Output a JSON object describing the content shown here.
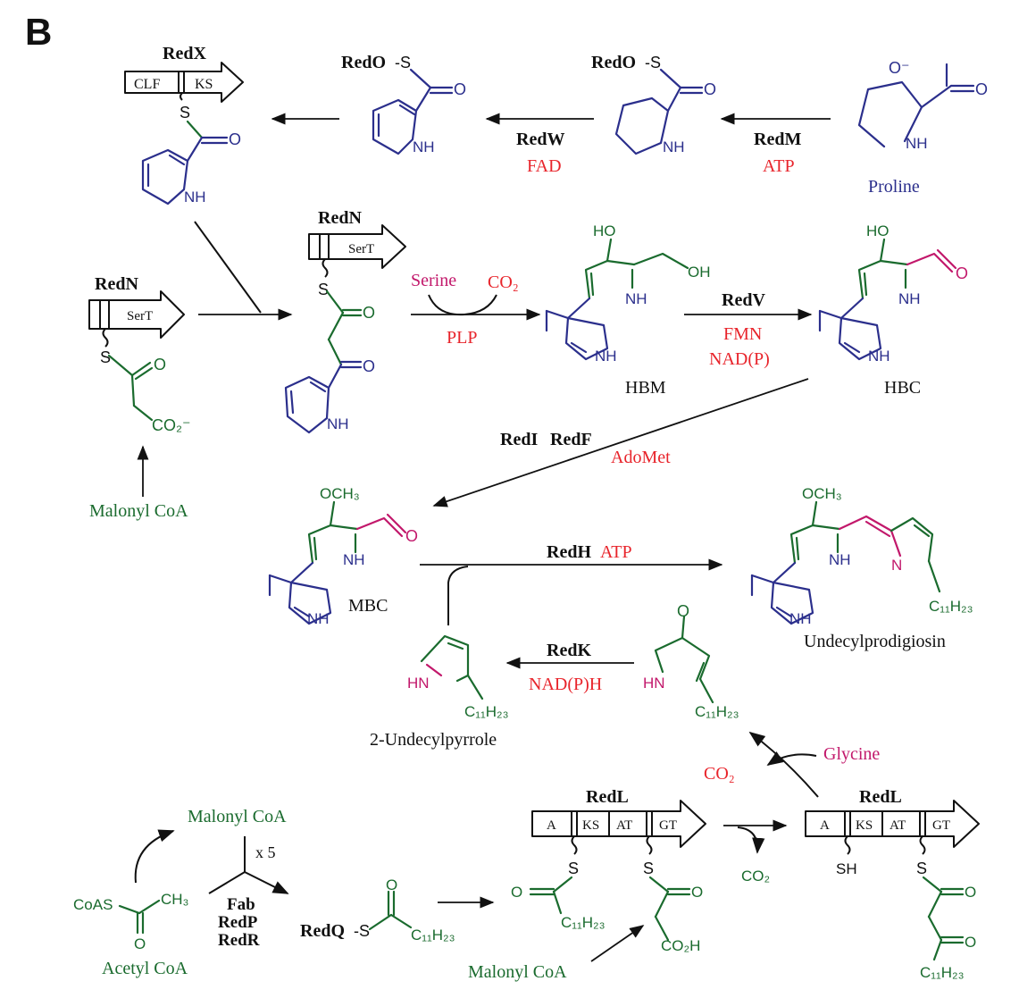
{
  "panel_label": "B",
  "enzymes": {
    "redx": "RedX",
    "redo": "RedO",
    "redw": "RedW",
    "redm": "RedM",
    "redn": "RedN",
    "redv": "RedV",
    "redi": "RedI",
    "redf": "RedF",
    "redh": "RedH",
    "redk": "RedK",
    "redl": "RedL",
    "redq": "RedQ",
    "fab": "Fab",
    "redp": "RedP",
    "redr": "RedR"
  },
  "cofactors": {
    "fad": "FAD",
    "atp": "ATP",
    "plp": "PLP",
    "fmn": "FMN",
    "nadp": "NAD(P)",
    "adomet": "AdoMet",
    "nadph": "NAD(P)H"
  },
  "domains": {
    "clf": "CLF",
    "ks": "KS",
    "sert": "SerT",
    "a": "A",
    "at": "AT",
    "gt": "GT"
  },
  "compounds": {
    "proline": "Proline",
    "hbm": "HBM",
    "hbc": "HBC",
    "mbc": "MBC",
    "undecylprodigiosin": "Undecylprodigiosin",
    "undecylpyrrole": "2-Undecylpyrrole",
    "malonyl_coa": "Malonyl CoA",
    "acetyl_coa": "Acetyl CoA",
    "serine": "Serine",
    "glycine": "Glycine"
  },
  "atoms": {
    "nh": "NH",
    "hn": "HN",
    "n": "N",
    "o": "O",
    "s": "S",
    "oh": "OH",
    "ho": "HO",
    "sh": "SH",
    "och3": "OCH₃",
    "co2": "CO₂",
    "co2h": "CO₂H",
    "co2minus": "CO₂⁻",
    "c11h23": "C₁₁H₂₃",
    "ch3": "CH₃",
    "coas": "CoAS",
    "o_minus": "O⁻",
    "dash_s": "-S",
    "x5": "x 5"
  },
  "colors": {
    "pyrrole_blue": "#2b2f8c",
    "malonyl_green": "#1a6b2e",
    "cofactor_red": "#e8242b",
    "carbon_magenta": "#c2186b",
    "ink": "#111111"
  }
}
